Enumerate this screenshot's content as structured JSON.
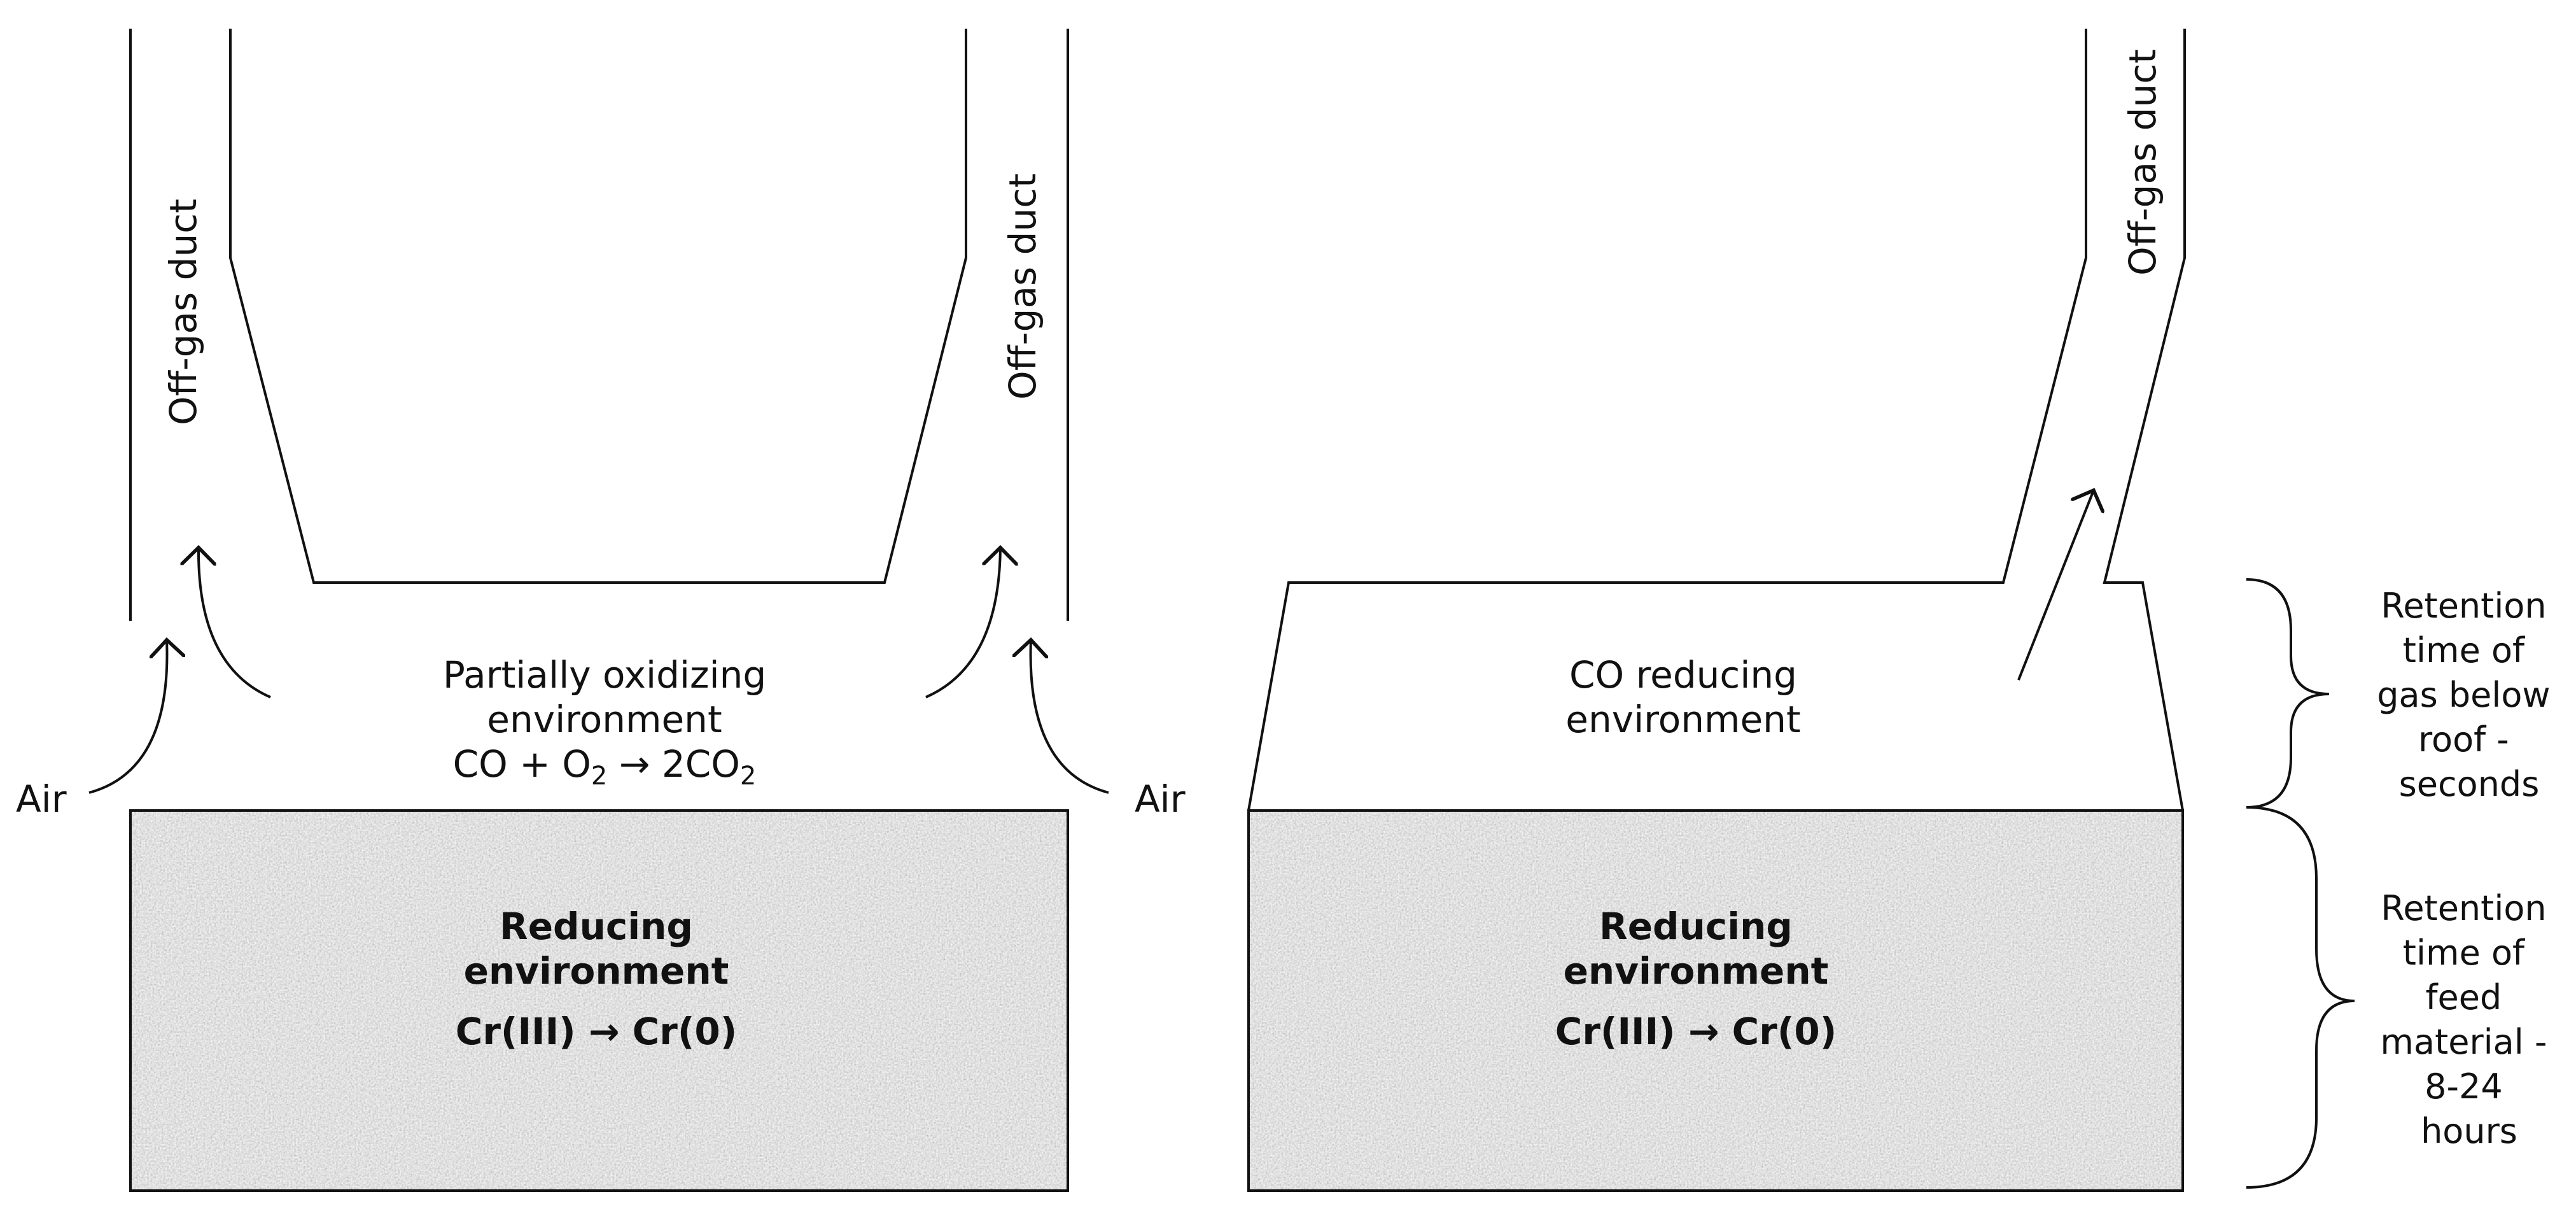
{
  "left_furnace": {
    "duct_left_label": "Off-gas duct",
    "duct_right_label": "Off-gas duct",
    "gas_zone_line1": "Partially oxidizing",
    "gas_zone_line2": "environment",
    "reaction": {
      "co": "CO + O",
      "o2_sub": "2",
      "arrow": " → 2CO",
      "co2_sub": "2"
    },
    "air_left": "Air",
    "air_right": "Air",
    "bed_line1": "Reducing",
    "bed_line2": "environment",
    "bed_reaction": "Cr(III) → Cr(0)"
  },
  "right_furnace": {
    "duct_label": "Off-gas duct",
    "gas_zone_line1": "CO reducing",
    "gas_zone_line2": "environment",
    "bed_line1": "Reducing",
    "bed_line2": "environment",
    "bed_reaction": "Cr(III) → Cr(0)"
  },
  "annotations": {
    "gas_retention": [
      "Retention",
      "time of",
      "gas below",
      "roof -",
      "seconds"
    ],
    "feed_retention": [
      "Retention",
      "time of",
      "feed",
      "material -",
      "8-24",
      "hours"
    ]
  },
  "colors": {
    "line": "#111111",
    "bed_fill": "#a8a8a8",
    "bed_dark": "#4a4a4a",
    "bed_light": "#e6e6e6"
  }
}
